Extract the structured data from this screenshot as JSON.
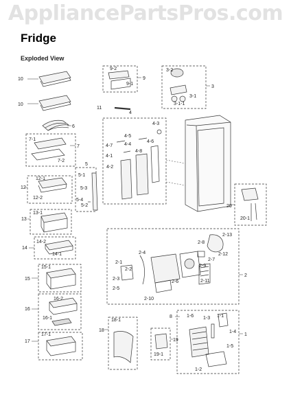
{
  "header": {
    "watermark": "AppliancePartsPros.com",
    "title": "Fridge",
    "subtitle": "Exploded View"
  },
  "callouts": {
    "c1": "1",
    "c1_1": "1-1",
    "c1_2": "1-2",
    "c1_3": "1-3",
    "c1_4": "1-4",
    "c1_5": "1-5",
    "c1_6": "1-6",
    "c2": "2",
    "c2_1": "2-1",
    "c2_2": "2-2",
    "c2_3": "2-3",
    "c2_4": "2-4",
    "c2_5": "2-5",
    "c2_6": "2-6",
    "c2_7": "2-7",
    "c2_8": "2-8",
    "c2_9": "2-9",
    "c2_10": "2-10",
    "c2_11": "2-11",
    "c2_12": "2-12",
    "c2_13": "2-13",
    "c3": "3",
    "c3_1": "3-1",
    "c3_1_1": "3-1-1",
    "c3_2": "3-2",
    "c4": "4",
    "c4_1": "4-1",
    "c4_2": "4-2",
    "c4_3": "4-3",
    "c4_4": "4-4",
    "c4_5": "4-5",
    "c4_6": "4-6",
    "c4_7": "4-7",
    "c4_8": "4-8",
    "c5": "5",
    "c5_1": "5-1",
    "c5_2": "5-2",
    "c5_3": "5-3",
    "c5_4": "5-4",
    "c6": "6",
    "c7": "7",
    "c7_1": "7-1",
    "c7_2": "7-2",
    "c8": "8",
    "c9": "9",
    "c9_1": "9-1",
    "c9_2": "9-2",
    "c10a": "10",
    "c10b": "10",
    "c11": "11",
    "c12": "12",
    "c12_1": "12-1",
    "c12_2": "12-2",
    "c13": "13",
    "c13_1": "13-1",
    "c14": "14",
    "c14_1": "14-1",
    "c14_2": "14-2",
    "c15": "15",
    "c15_1": "15-1",
    "c16": "16",
    "c16_1": "16-1",
    "c16_2": "16-2",
    "c17": "17",
    "c17_1": "17-1",
    "c18": "18",
    "c18_1": "18-1",
    "c19": "19",
    "c19_1": "19-1",
    "c20": "20",
    "c20_1": "20-1"
  }
}
